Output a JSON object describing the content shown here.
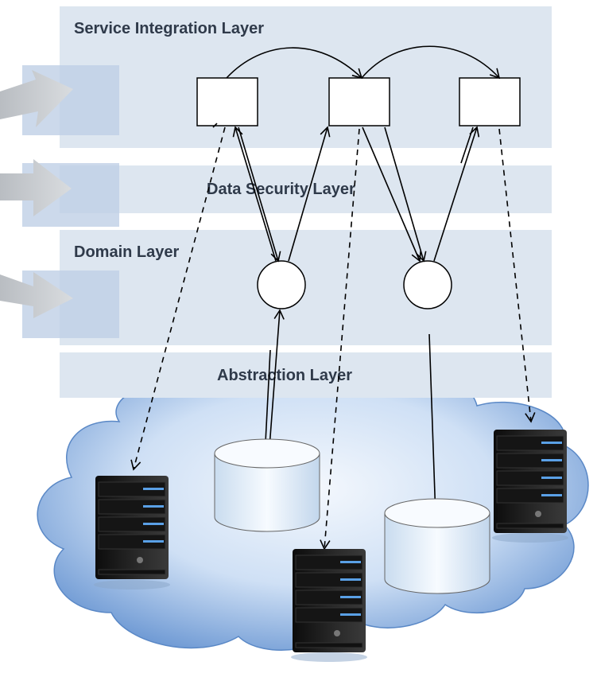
{
  "layers": {
    "service_integration": "Service Integration Layer",
    "data_security": "Data Security Layer",
    "domain": "Domain Layer",
    "abstraction": "Abstraction Layer"
  },
  "colors": {
    "layer_fill": "#dde6f0",
    "cloud_light": "#eef4fb",
    "cloud_mid": "#b9d2ef",
    "cloud_dark": "#6f9ad4",
    "incoming_arrow": "#c9cccf",
    "server_body": "#1e1e1e",
    "server_bay_light": "#5aa0e6"
  }
}
